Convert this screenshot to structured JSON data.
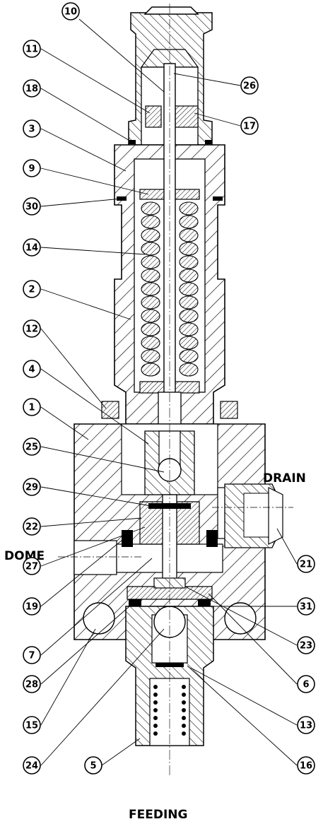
{
  "ports": {
    "drain": "DRAIN",
    "dome": "DOME",
    "feeding": "FEEDING"
  },
  "callouts": {
    "c10": "10",
    "c11": "11",
    "c18": "18",
    "c3": "3",
    "c9": "9",
    "c30": "30",
    "c14": "14",
    "c2": "2",
    "c12": "12",
    "c4": "4",
    "c1": "1",
    "c25": "25",
    "c29": "29",
    "c22": "22",
    "c27": "27",
    "c19": "19",
    "c7": "7",
    "c28": "28",
    "c15": "15",
    "c24": "24",
    "c5": "5",
    "c26": "26",
    "c17": "17",
    "c21": "21",
    "c31": "31",
    "c23": "23",
    "c6": "6",
    "c13": "13",
    "c16": "16"
  }
}
